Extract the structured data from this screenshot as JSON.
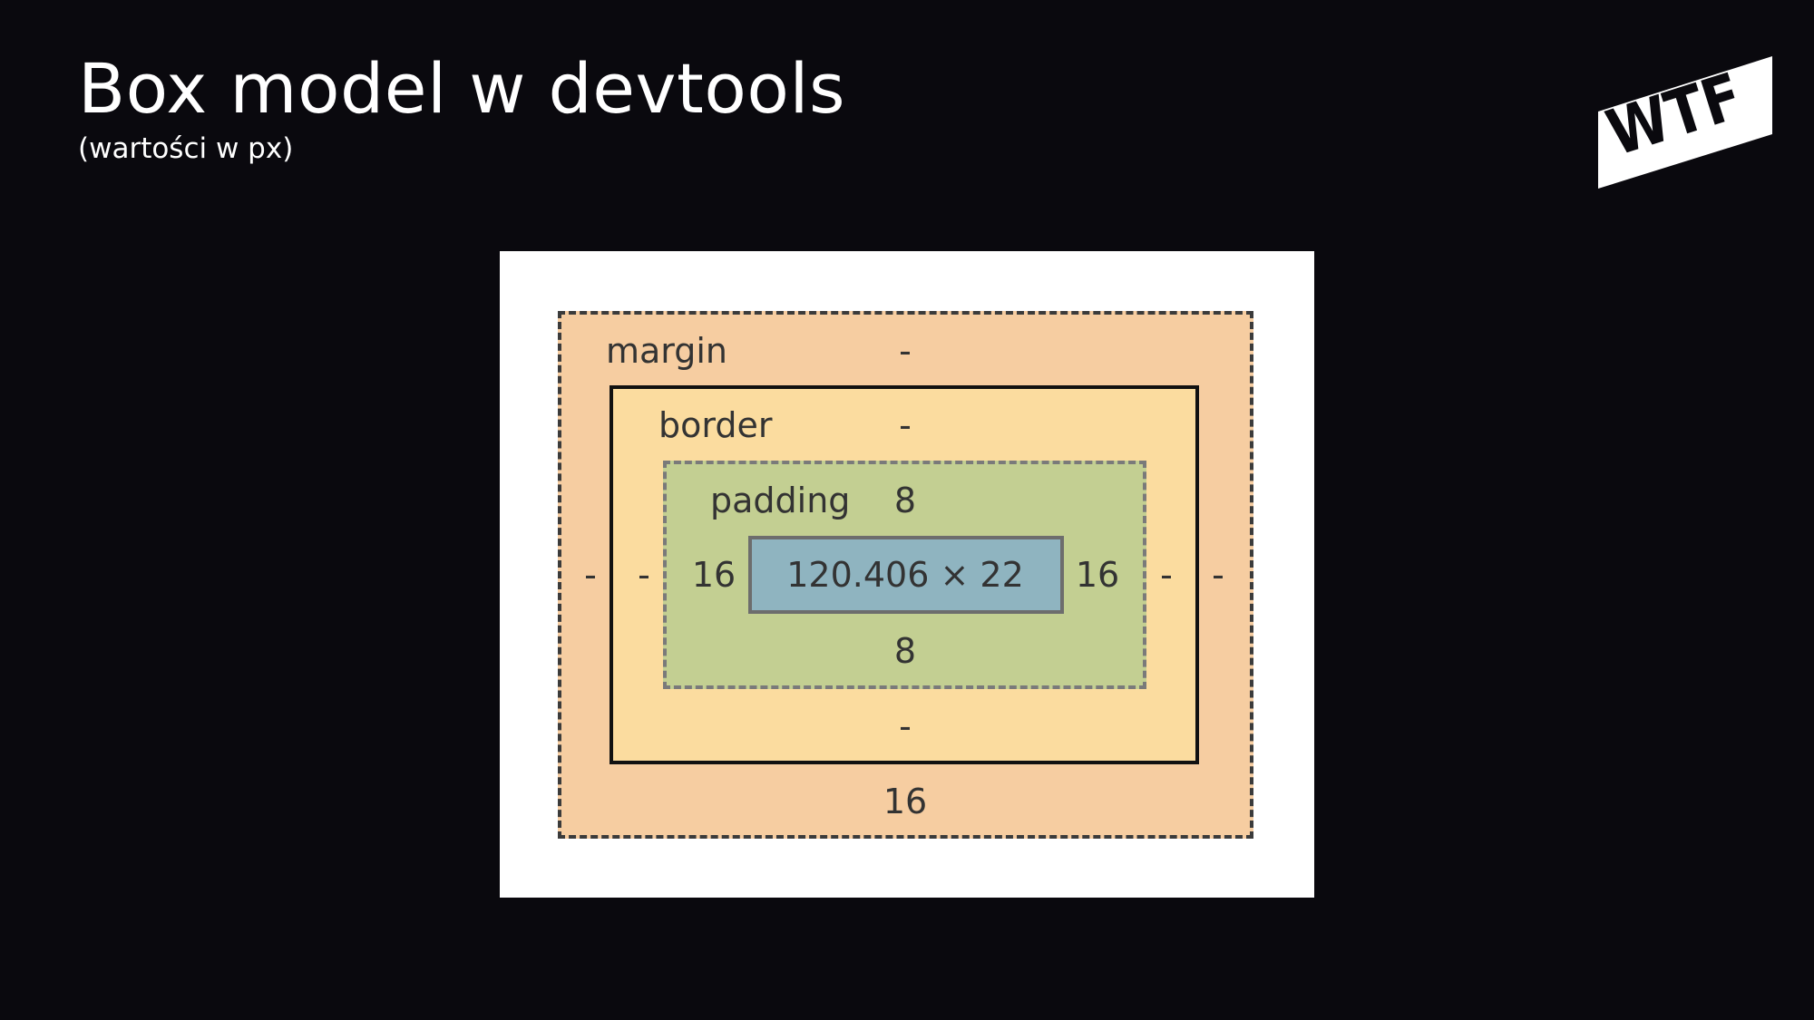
{
  "title": "Box model w devtools",
  "subtitle": "(wartości w px)",
  "logo": {
    "text": "WTF",
    "icon": "wtf-logo"
  },
  "box_model": {
    "margin": {
      "label": "margin",
      "top": "-",
      "right": "-",
      "bottom": "16",
      "left": "-"
    },
    "border": {
      "label": "border",
      "top": "-",
      "right": "-",
      "bottom": "-",
      "left": "-"
    },
    "padding": {
      "label": "padding",
      "top": "8",
      "right": "16",
      "bottom": "8",
      "left": "16"
    },
    "content": {
      "size": "120.406 × 22"
    }
  },
  "colors": {
    "background": "#0a090e",
    "panel": "#ffffff",
    "margin": "#f6cda1",
    "border": "#fbdc9f",
    "padding": "#c3cf92",
    "content": "#8fb4c0"
  }
}
